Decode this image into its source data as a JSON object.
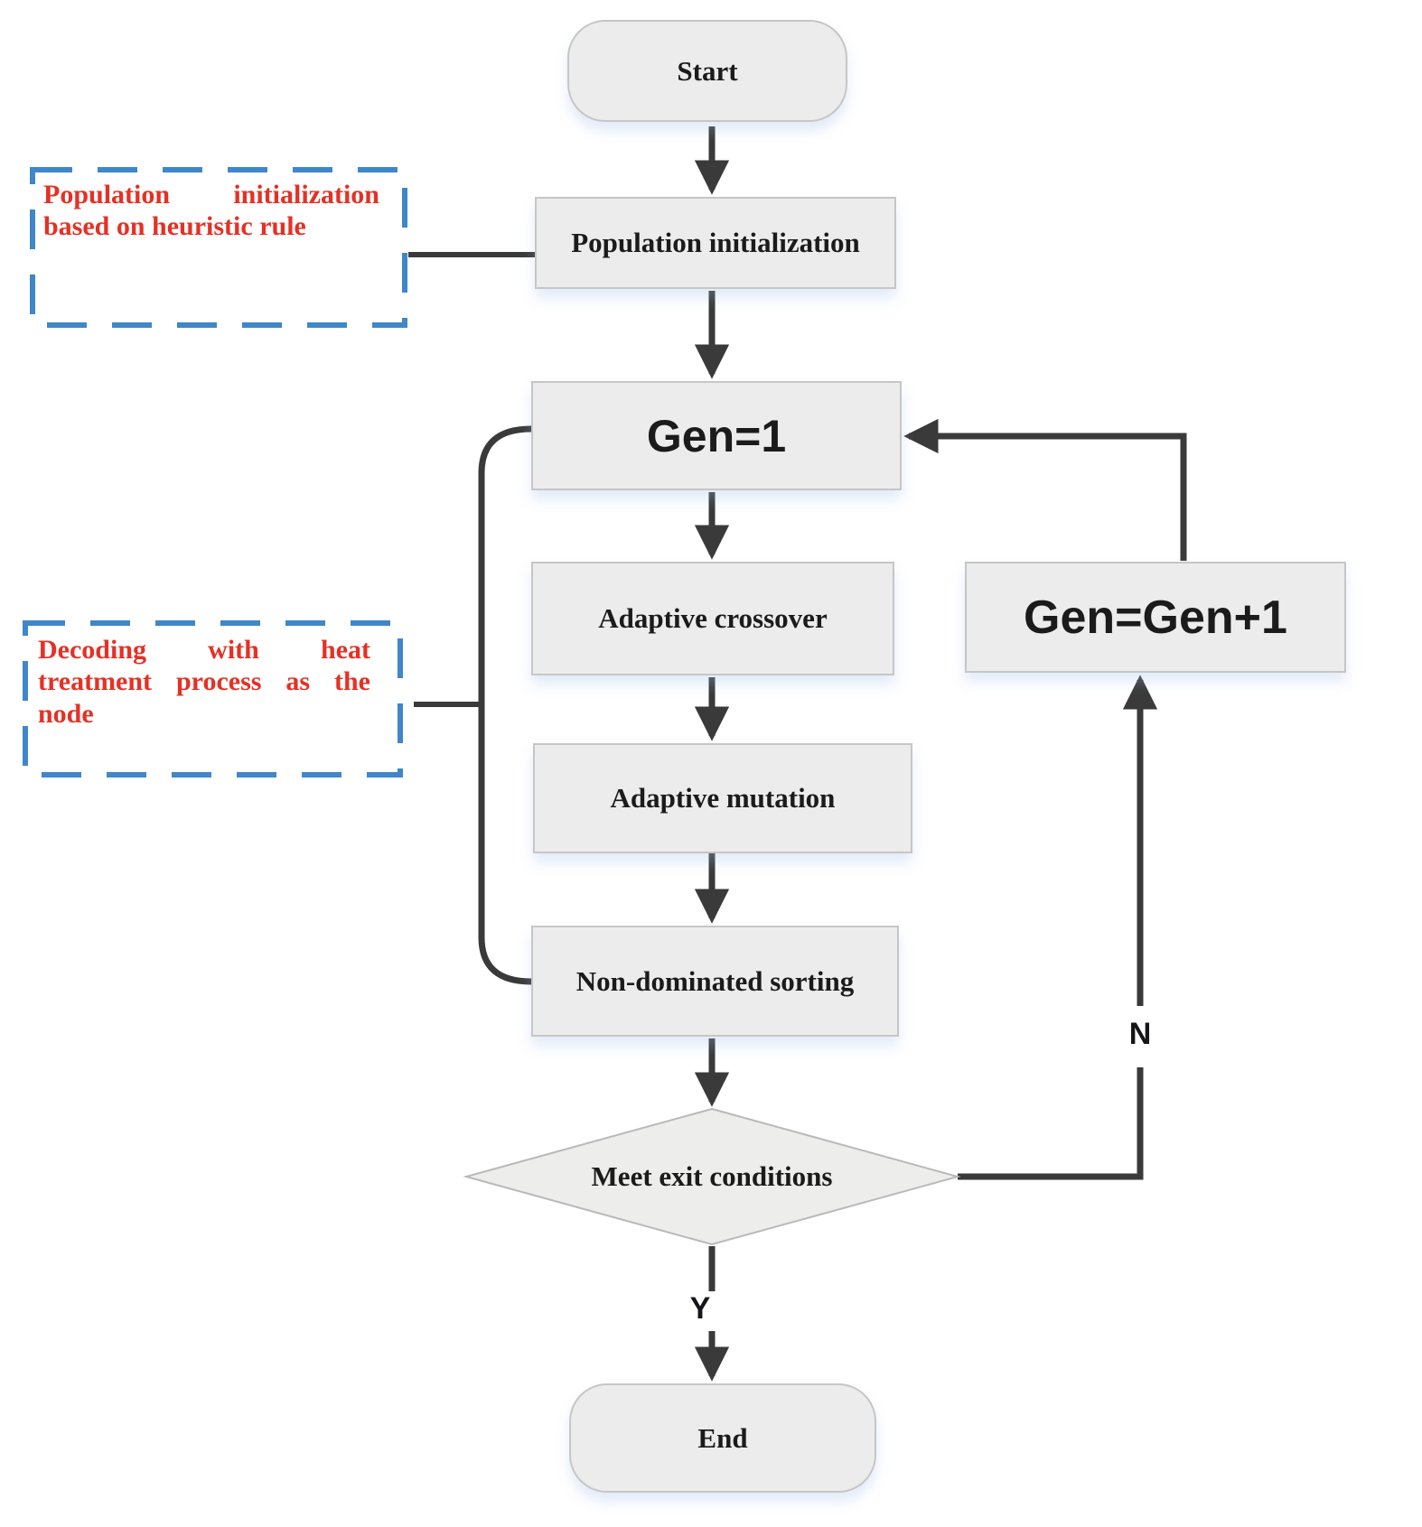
{
  "diagram": {
    "title": "NSGA flowchart",
    "nodes": {
      "start": {
        "label": "Start",
        "type": "terminal"
      },
      "population_initialization": {
        "label": "Population initialization",
        "type": "process"
      },
      "gen_init": {
        "label": "Gen=1",
        "type": "process"
      },
      "adaptive_crossover": {
        "label": "Adaptive crossover",
        "type": "process"
      },
      "adaptive_mutation": {
        "label": "Adaptive mutation",
        "type": "process"
      },
      "non_dominated_sorting": {
        "label": "Non-dominated sorting",
        "type": "process"
      },
      "decision": {
        "label": "Meet exit conditions",
        "type": "decision"
      },
      "gen_increment": {
        "label": "Gen=Gen+1",
        "type": "process"
      },
      "end": {
        "label": "End",
        "type": "terminal"
      }
    },
    "edge_labels": {
      "yes": "Y",
      "no": "N"
    },
    "annotations": {
      "heuristic": {
        "text": "Population initialization based on heuristic rule"
      },
      "decoding": {
        "text": "Decoding with heat treatment process as the node"
      }
    },
    "edges": [
      "Start -> Population initialization",
      "Population initialization -> Gen=1",
      "Gen=1 -> Adaptive crossover",
      "Adaptive crossover -> Adaptive mutation",
      "Adaptive mutation -> Non-dominated sorting",
      "Non-dominated sorting -> Meet exit conditions",
      "Meet exit conditions -Y-> End",
      "Meet exit conditions -N-> Gen=Gen+1",
      "Gen=Gen+1 -> Gen=1"
    ],
    "colors": {
      "node_fill": "#ececec",
      "node_border": "#c6c6c6",
      "diamond_fill": "#ededec",
      "diamond_border": "#b9b9b9",
      "arrow": "#3a3a3a",
      "annotation_border": "#3f87c9",
      "annotation_text": "#e53125",
      "label_text": "#1b1b1b"
    }
  }
}
